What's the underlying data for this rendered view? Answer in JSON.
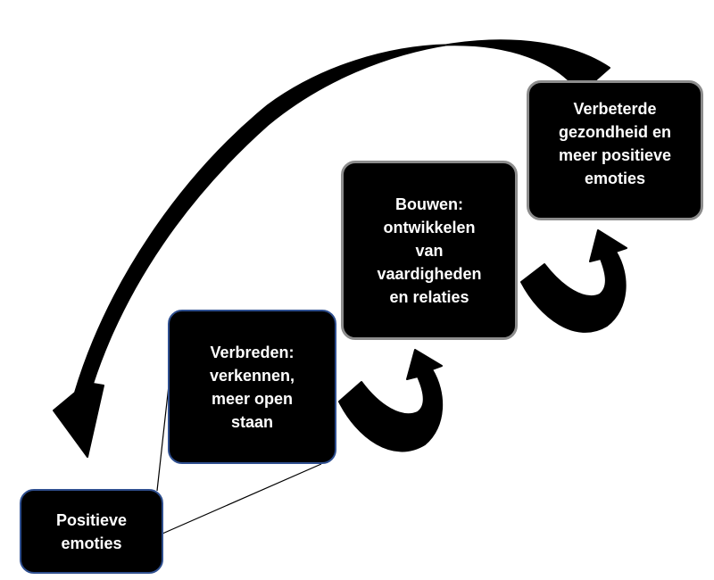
{
  "colors": {
    "box_fill": "#000000",
    "box_text": "#ffffff",
    "border_blue": "#2f4f8f",
    "border_gray": "#8c8c8c",
    "arrow": "#000000"
  },
  "boxes": {
    "positieve": {
      "text": "Positieve\nemoties"
    },
    "verbreden": {
      "text": "Verbreden:\nverkennen,\nmeer open\nstaan"
    },
    "bouwen": {
      "text": "Bouwen:\nontwikkelen\nvan\nvaardigheden\nen relaties"
    },
    "verbeterde": {
      "text": "Verbeterde\ngezondheid en\nmeer positieve\nemoties"
    }
  }
}
